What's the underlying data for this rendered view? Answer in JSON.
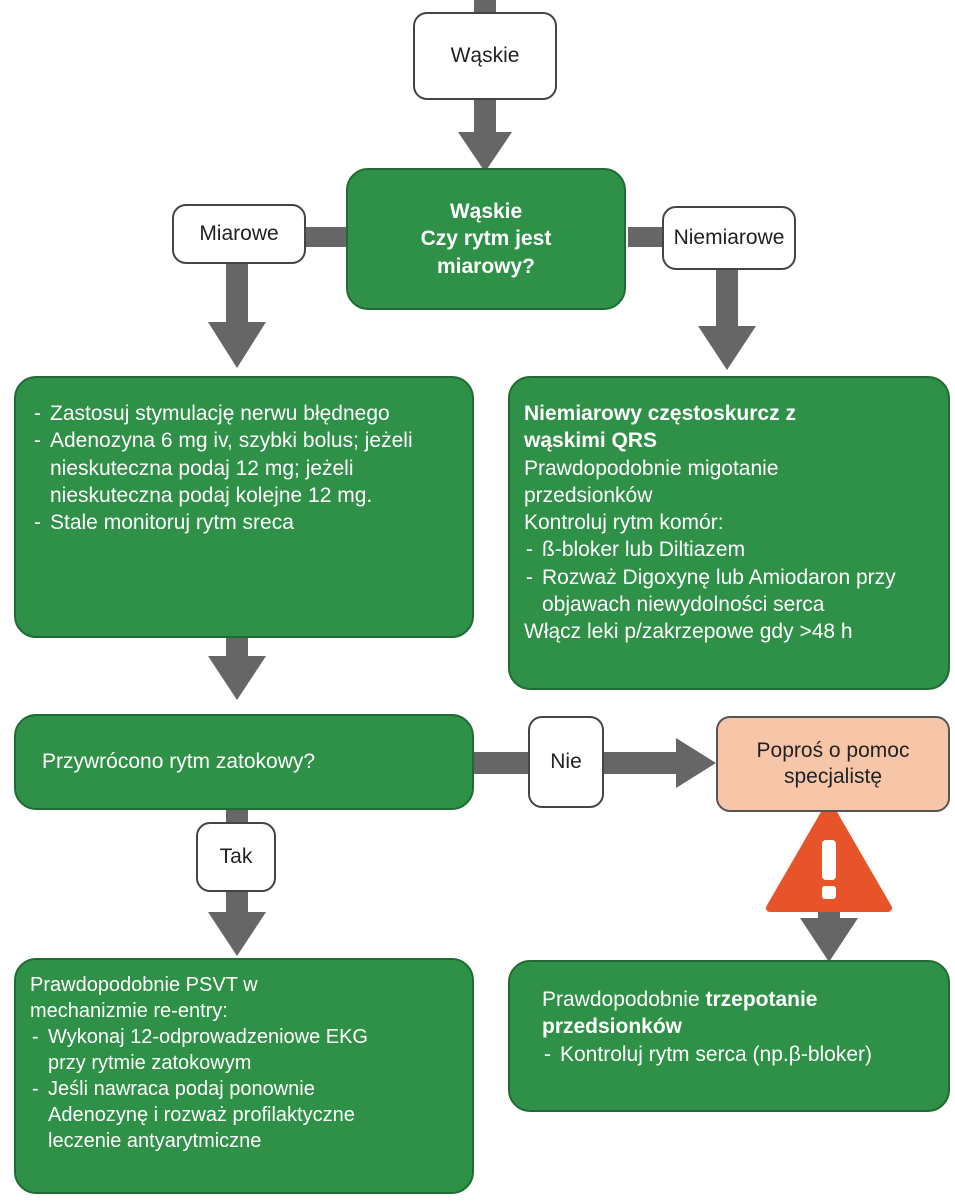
{
  "nodes": {
    "top": "Wąskie",
    "question": {
      "line1": "Wąskie",
      "line2": "Czy rytm jest miarowy?"
    },
    "regular": "Miarowe",
    "irregular": "Niemiarowe",
    "regular_actions": [
      "Zastosuj stymulację nerwu błędnego",
      "Adenozyna 6 mg iv, szybki bolus; jeżeli nieskuteczna podaj 12 mg; jeżeli nieskuteczna podaj kolejne 12 mg.",
      "Stale monitoruj rytm sreca"
    ],
    "irregular_box": {
      "title": "Niemiarowy częstoskurcz z wąskimi QRS",
      "line1": "Prawdopodobnie migotanie przedsionków",
      "line2": "Kontroluj rytm komór:",
      "items": [
        "ß-bloker lub Diltiazem",
        "Rozważ Digoxynę lub Amiodaron przy objawach niewydolności serca"
      ],
      "footer": "Włącz leki p/zakrzepowe gdy >48 h"
    },
    "sinus_question": "Przywrócono rytm zatokowy?",
    "no": "Nie",
    "yes": "Tak",
    "specialist": "Poproś o pomoc specjalistę",
    "psvt": {
      "intro": "Prawdopodobnie PSVT w mechanizmie re-entry:",
      "items": [
        "Wykonaj 12-odprowadzeniowe EKG przy rytmie zatokowym",
        "Jeśli nawraca podaj ponownie Adenozynę i rozważ profilaktyczne leczenie antyarytmiczne"
      ]
    },
    "flutter": {
      "prefix": "Prawdopodobnie",
      "bold": "trzepotanie przedsionków",
      "item": "Kontroluj rytm serca (np.β-bloker)"
    }
  },
  "colors": {
    "green": "#2f9147",
    "arrow": "#666666",
    "warning": "#e8542a",
    "peach": "#f7c6a8"
  },
  "icons": {
    "warning": "warning-triangle-icon"
  }
}
